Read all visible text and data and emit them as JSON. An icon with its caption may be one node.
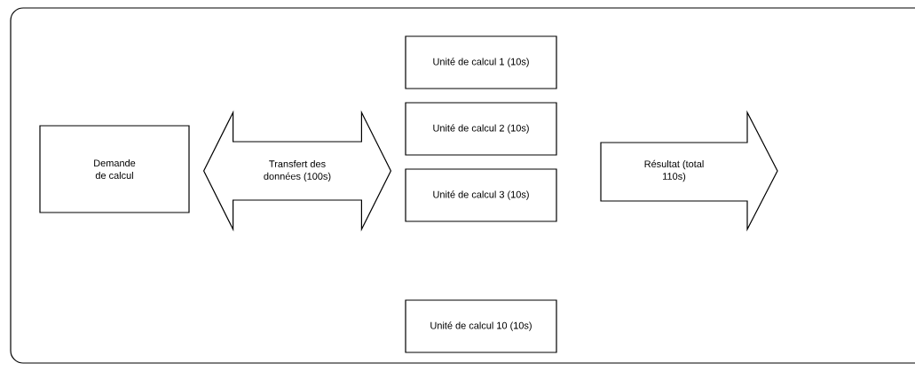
{
  "diagram": {
    "nodes": [
      {
        "text": [
          "Demande de calcul"
        ]
      },
      {
        "text": [
          "Unité de calcul 1 (10s)"
        ]
      },
      {
        "text": [
          "Unité de calcul 2 (10s)"
        ]
      },
      {
        "text": [
          "Unité de calcul 3 (10s)"
        ]
      },
      {
        "text": [
          "Unité de calcul 10 (10s)"
        ]
      },
      {
        "text": [
          "Résultat (total 110s)"
        ]
      }
    ],
    "edges": [
      {
        "from": 0,
        "to": 2,
        "arrow": "both",
        "label": "Transfert des données (100s)"
      }
    ]
  }
}
